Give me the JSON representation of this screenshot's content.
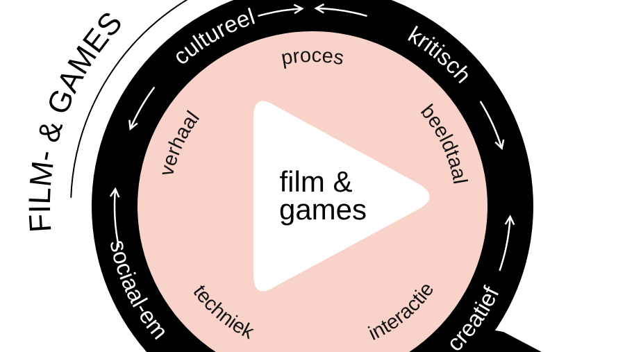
{
  "title": "FILM- & GAMES",
  "center_label": {
    "line1": "film &",
    "line2": "games"
  },
  "ring_labels": {
    "cultureel": "cultureel",
    "kritisch": "kritisch",
    "creatief": "creatief",
    "sociaal": "sociaal-emotioneel"
  },
  "inner_labels": {
    "proces": "proces",
    "beeldtaal": "beeldtaal",
    "interactie": "interactie",
    "techniek": "techniek",
    "verhaal": "verhaal"
  },
  "colors": {
    "ring": "#000000",
    "inner": "#f9d3ca",
    "play": "#ffffff",
    "ring_text": "#ffffff"
  }
}
